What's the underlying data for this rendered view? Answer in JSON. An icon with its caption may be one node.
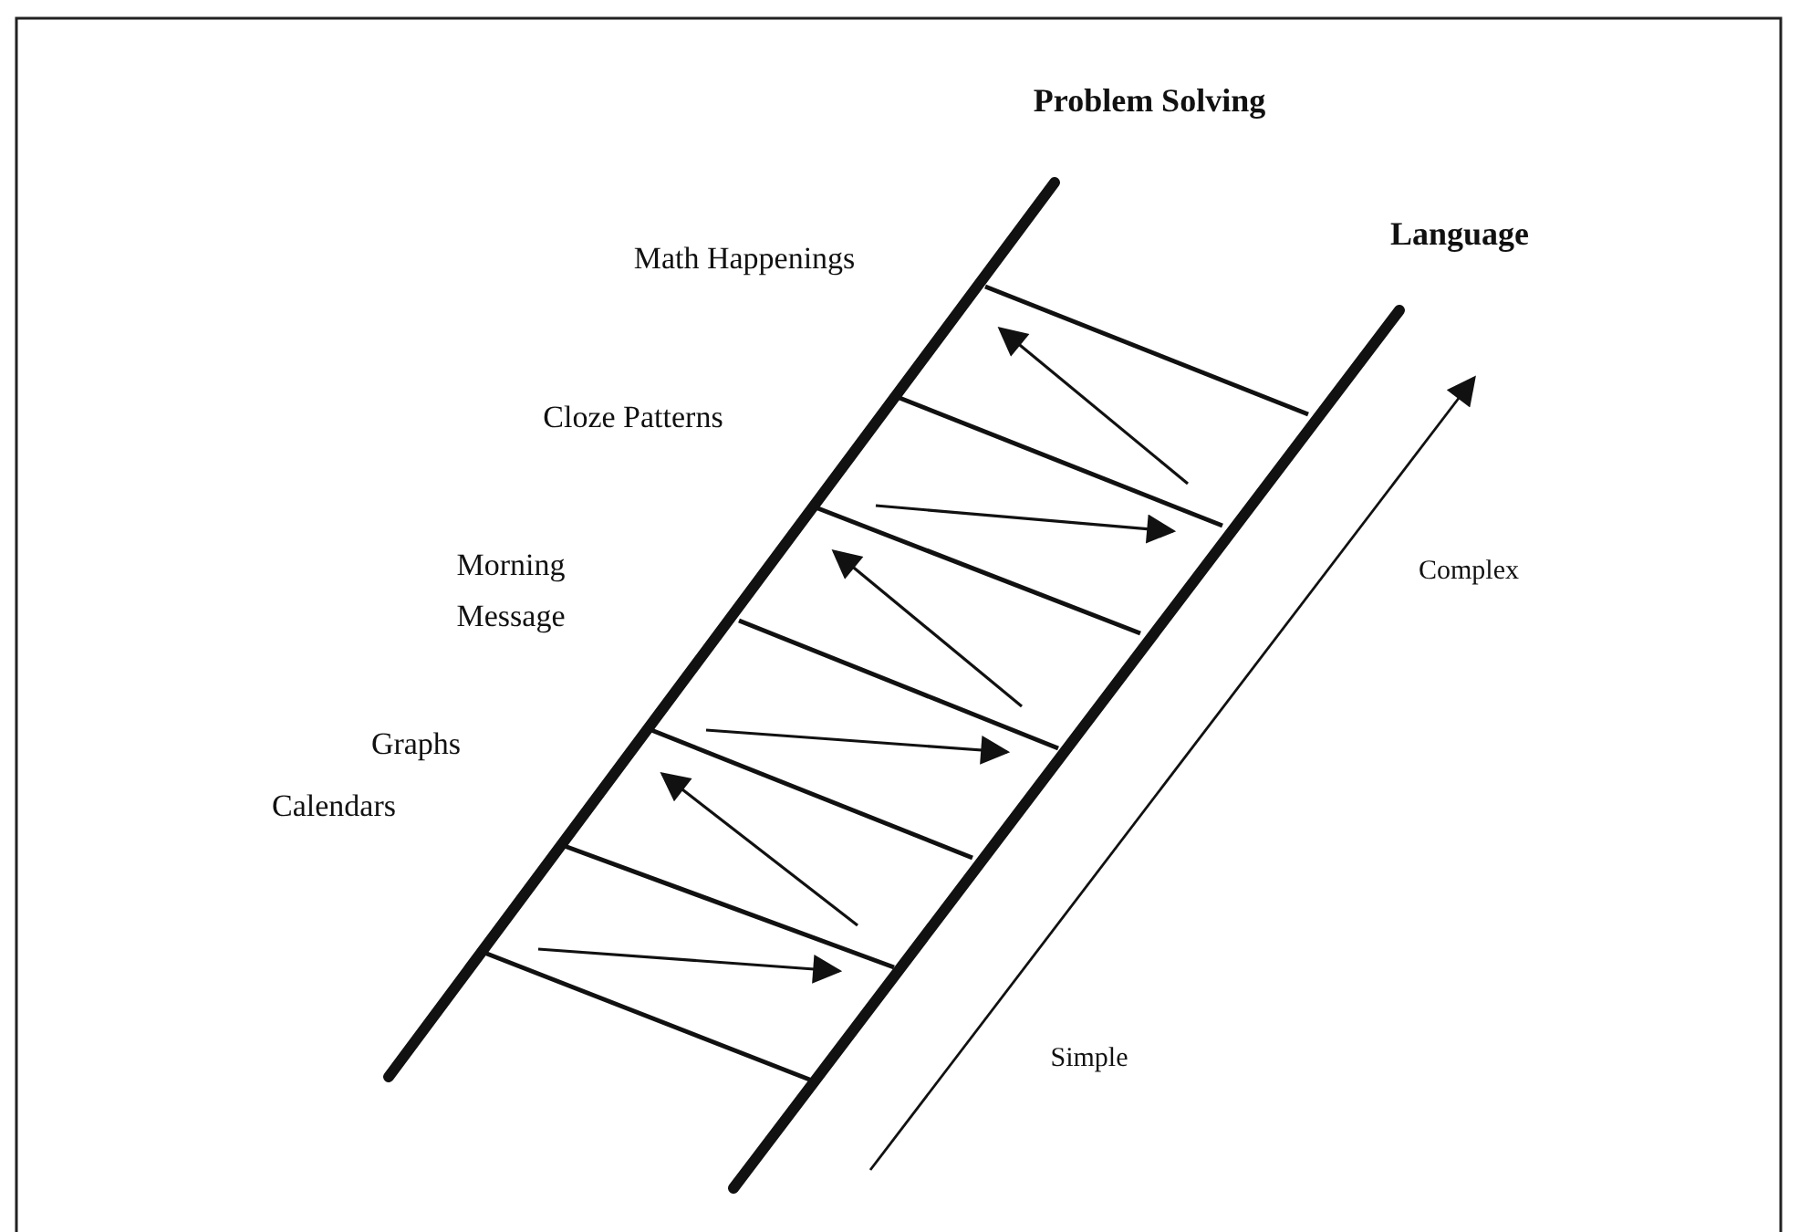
{
  "diagram": {
    "labels": [
      "Problem Solving",
      "Math Happenings",
      "Language",
      "Cloze Patterns",
      "Morning Message",
      "Complex",
      "Graphs",
      "Calendars",
      "Simple"
    ]
  }
}
